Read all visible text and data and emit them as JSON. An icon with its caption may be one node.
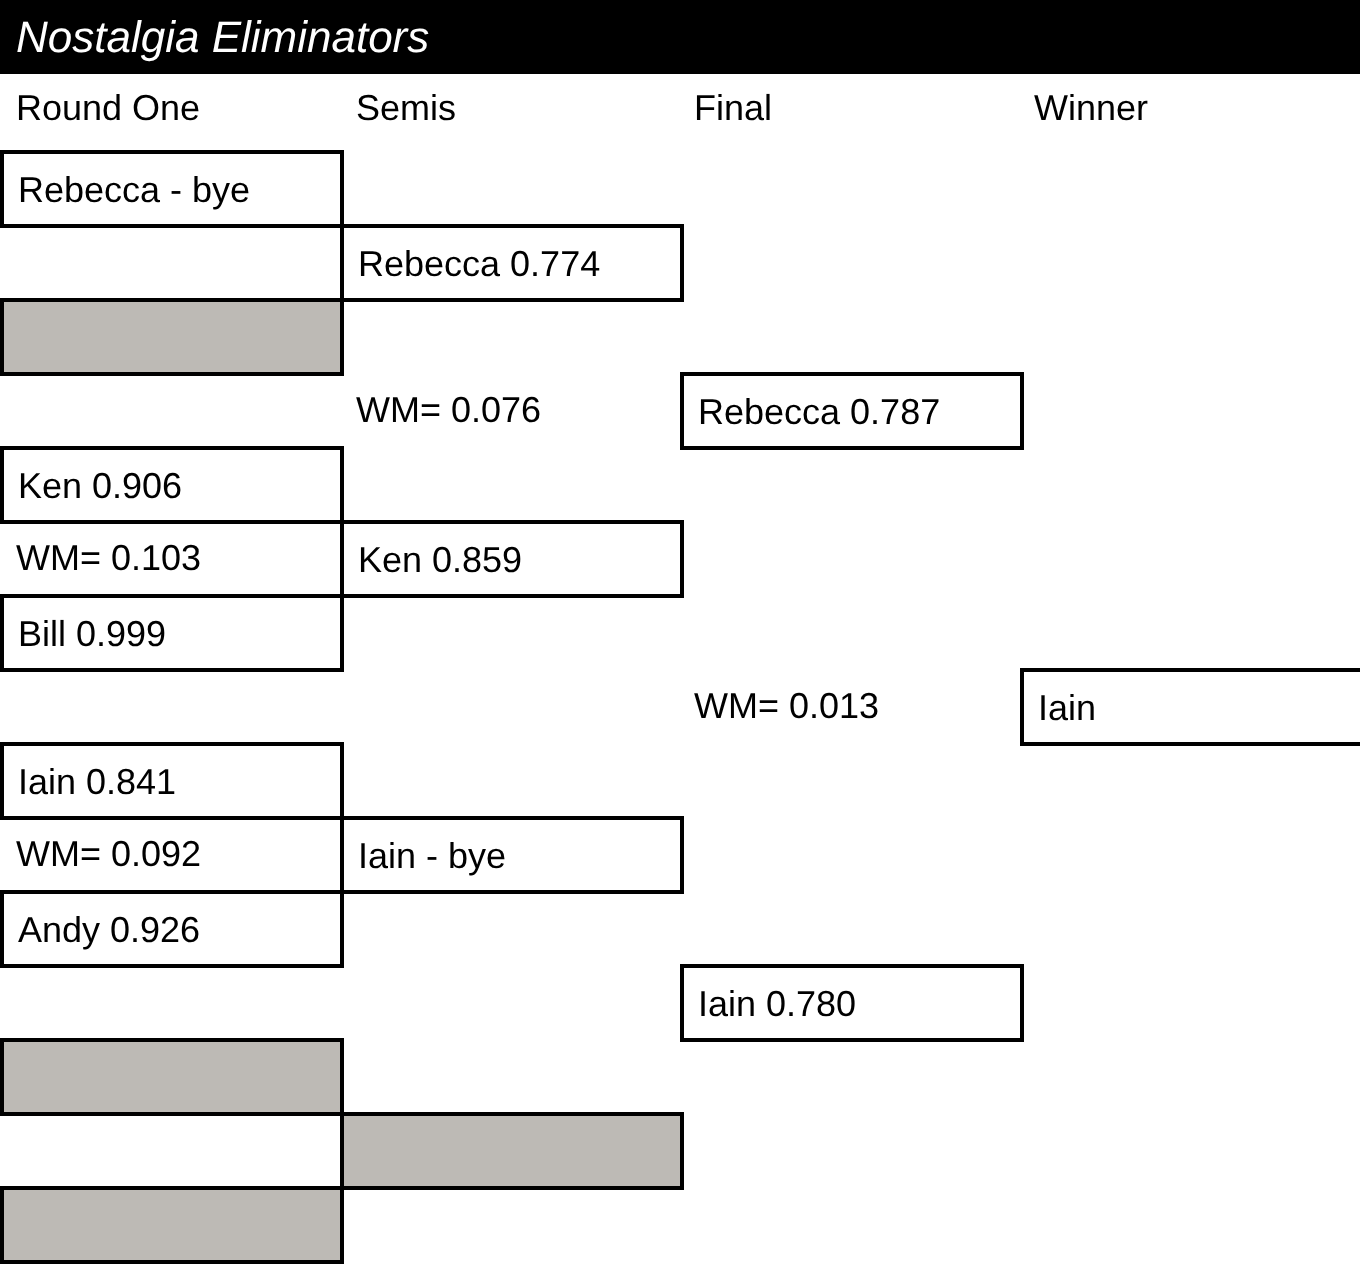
{
  "diagram": {
    "title": "Nostalgia Eliminators",
    "nodes": [
      {
        "text": [
          "Rebecca - bye"
        ]
      },
      {
        "text": [
          "Rebecca 0.774"
        ]
      },
      {
        "text": [],
        "shape": "box"
      },
      {
        "text": [
          "Rebecca 0.787"
        ]
      },
      {
        "text": [
          "Ken 0.906"
        ]
      },
      {
        "text": [
          "Ken 0.859"
        ]
      },
      {
        "text": [
          "Bill 0.999"
        ]
      },
      {
        "text": [
          "Iain"
        ]
      },
      {
        "text": [
          "Iain 0.841"
        ]
      },
      {
        "text": [
          "Iain - bye"
        ]
      },
      {
        "text": [
          "Andy 0.926"
        ]
      },
      {
        "text": [
          "Iain 0.780"
        ]
      },
      {
        "text": [],
        "shape": "box"
      },
      {
        "text": [],
        "shape": "box"
      },
      {
        "text": [],
        "shape": "box"
      }
    ],
    "labels": [
      "Round One",
      "Semis",
      "Final",
      "Winner",
      "WM= 0.076",
      "WM= 0.103",
      "WM= 0.013",
      "WM= 0.092"
    ]
  }
}
